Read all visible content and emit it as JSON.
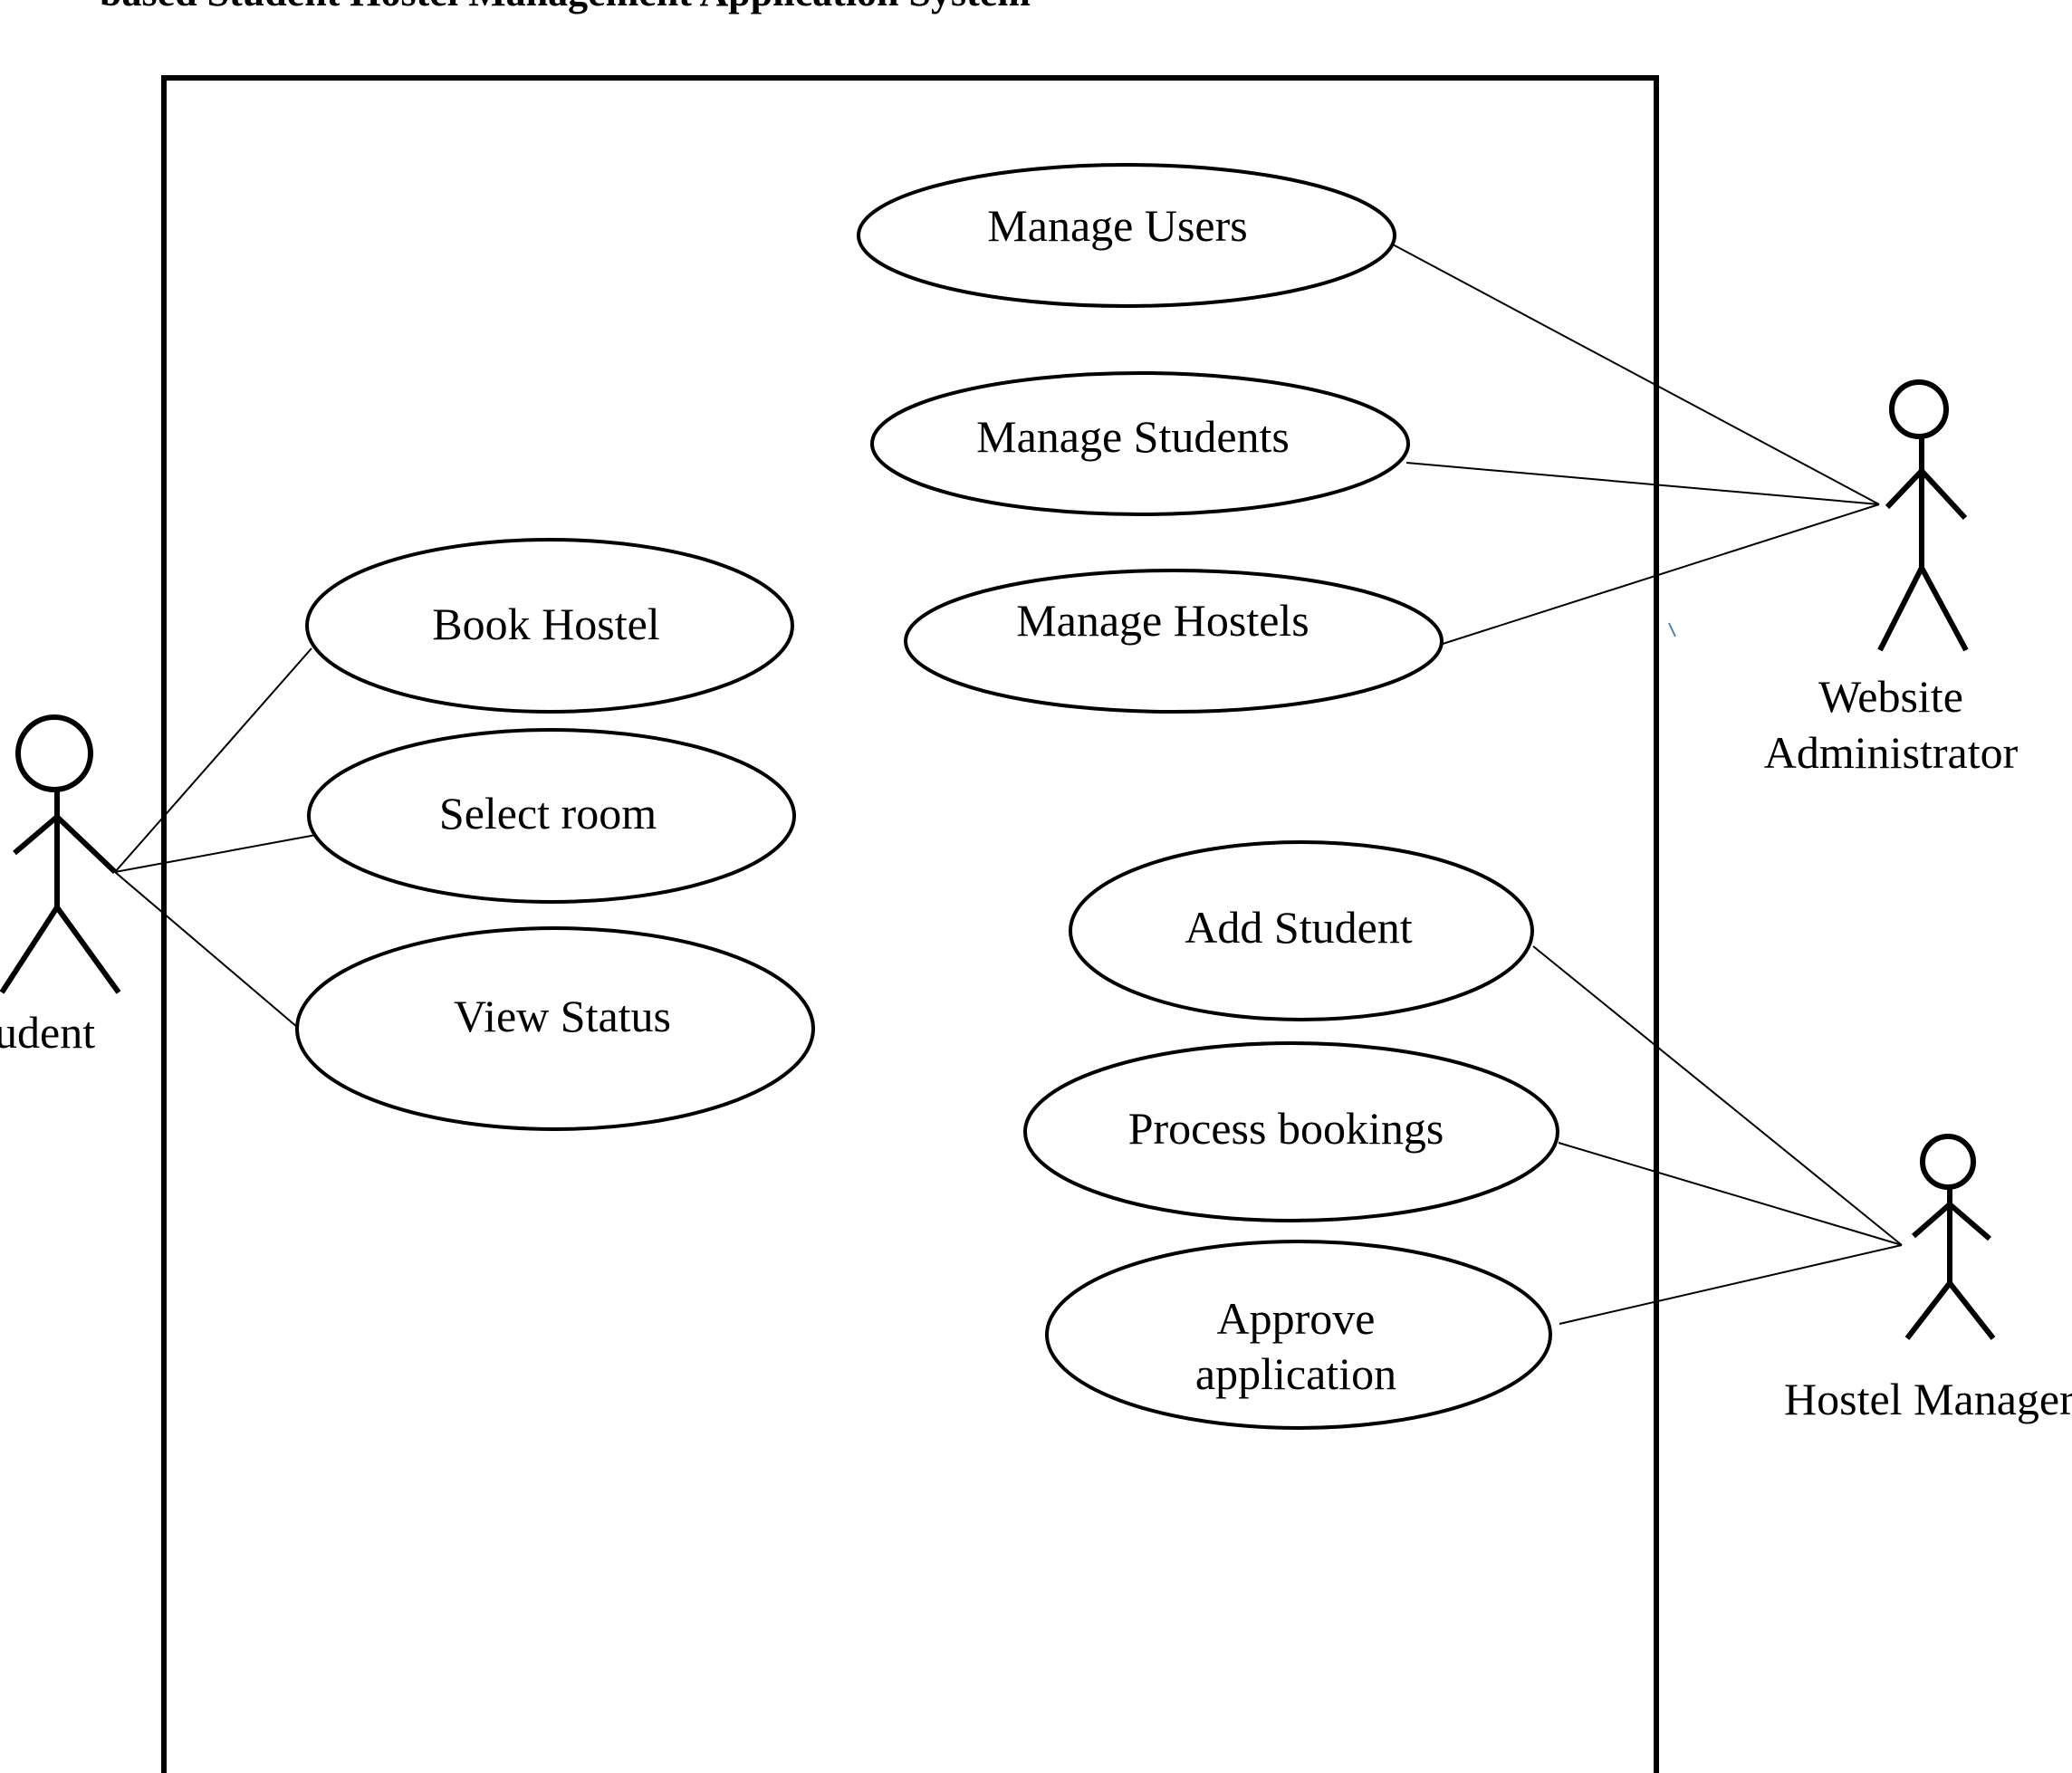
{
  "title": "based Student Hostel Management Application System",
  "actors": {
    "student": "udent",
    "website_administrator": [
      "Website",
      "Administrator"
    ],
    "hostel_manager": "Hostel Manager"
  },
  "use_cases": {
    "manage_users": "Manage Users",
    "manage_students": "Manage Students",
    "manage_hostels": "Manage Hostels",
    "book_hostel": "Book Hostel",
    "select_room": "Select room",
    "view_status": "View Status",
    "add_student": "Add Student",
    "process_bookings": "Process bookings",
    "approve_application": [
      "Approve",
      "application"
    ]
  },
  "colors": {
    "stroke": "#000000",
    "background": "#ffffff"
  }
}
